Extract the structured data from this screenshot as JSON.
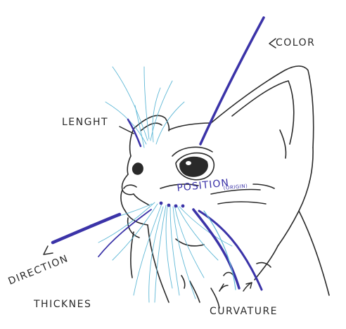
{
  "labels": {
    "color": "COLOR",
    "lenght": "LENGHT",
    "position": "POSITION",
    "position_sub": "(ORIGIN)",
    "direction": "DIRECTION",
    "thicknes": "THICKNES",
    "curvature": "CURVATURE"
  },
  "colors": {
    "ink": "#2a2a2a",
    "marker_blue": "#3b33a8",
    "whisker_cyan": "#5fb8d6"
  }
}
